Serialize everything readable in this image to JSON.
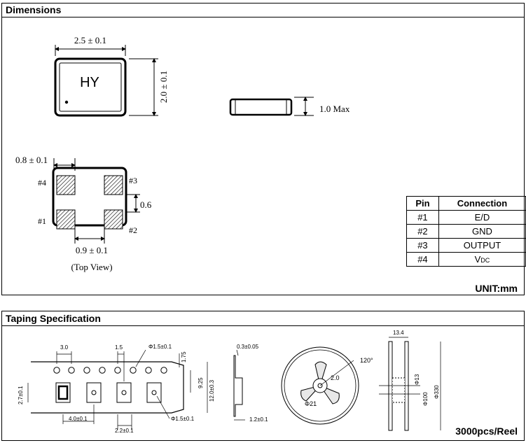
{
  "sections": {
    "dimensions_title": "Dimensions",
    "taping_title": "Taping Specification"
  },
  "top_view": {
    "marking": "HY",
    "width_dim": "2.5 ± 0.1",
    "height_dim": "2.0 ± 0.1"
  },
  "side_view": {
    "height_dim": "1.0 Max"
  },
  "pad_view": {
    "pad_width_dim": "0.8 ± 0.1",
    "pad_gap_dim": "0.6",
    "pad_pitch_dim": "0.9 ± 0.1",
    "caption": "(Top View)",
    "pin_labels": {
      "p1": "#1",
      "p2": "#2",
      "p3": "#3",
      "p4": "#4"
    }
  },
  "pin_table": {
    "headers": [
      "Pin",
      "Connection"
    ],
    "rows": [
      {
        "pin": "#1",
        "connection": "E/D"
      },
      {
        "pin": "#2",
        "connection": "GND"
      },
      {
        "pin": "#3",
        "connection": "OUTPUT"
      },
      {
        "pin": "#4",
        "connection_main": "V",
        "connection_sub": "DC"
      }
    ]
  },
  "unit_label": "UNIT:mm",
  "tape": {
    "labels": {
      "hole_pitch": "3.0",
      "hole_spacing": "1.5",
      "hole_dia": "Φ1.5±0.1",
      "edge_offset": "1.75",
      "pocket_pitch_half": "9.25",
      "tape_width": "12.0±0.3",
      "pocket_dim": "2.7±0.1",
      "pocket_pitch": "4.0±0.1",
      "center_dist": "2.2±0.1",
      "pocket_hole": "Φ1.5±0.1",
      "tape_thickness": "0.3±0.05",
      "pocket_depth": "1.2±0.1"
    }
  },
  "reel": {
    "labels": {
      "angle": "120°",
      "hub_key": "2.0",
      "hub_dia": "Φ21",
      "width": "13.4",
      "d13": "Φ13",
      "d100": "Φ100",
      "d330": "Φ330"
    }
  },
  "reel_qty": "3000pcs/Reel"
}
